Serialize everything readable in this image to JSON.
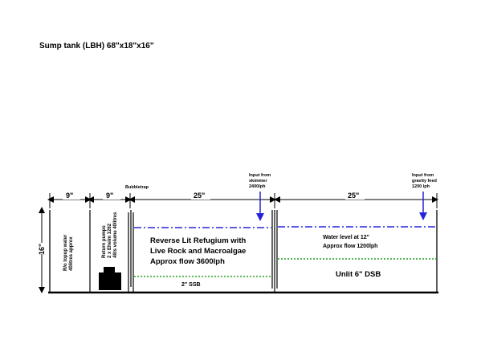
{
  "title": "Sump tank (LBH) 68\"x18\"x16\"",
  "dimensions": {
    "width_1": "9\"",
    "width_2": "9\"",
    "width_3": "25\"",
    "width_4": "25\"",
    "height": "16\""
  },
  "labels": {
    "bubbletrap": "Bubbletrap",
    "input_skimmer": [
      "Input from",
      "skimmer",
      "2400lph"
    ],
    "input_gravity": [
      "Input from",
      "gravity feed",
      "1200 lph"
    ],
    "ro_topup": [
      "R/o topup water",
      "40litres approx"
    ],
    "return_pumps": [
      "Return pumps",
      "2 x Eheim 1262",
      "4lits volume 40litres"
    ],
    "refugium": [
      "Reverse Lit Refugium with",
      "Live Rock and Macroalgae",
      "Approx flow 3600lph"
    ],
    "ssb": "2\" SSB",
    "water_level": [
      "Water level at 12\"",
      "Approx flow 1200lph"
    ],
    "dsb": "Unlit 6\" DSB"
  },
  "colors": {
    "line": "#000000",
    "water_line": "#2323d8",
    "arrow": "#2323d8",
    "substrate_line": "#1e9e1e"
  },
  "icons": {
    "pump": "pump-block-icon",
    "arrows": "down-arrow-icon"
  }
}
